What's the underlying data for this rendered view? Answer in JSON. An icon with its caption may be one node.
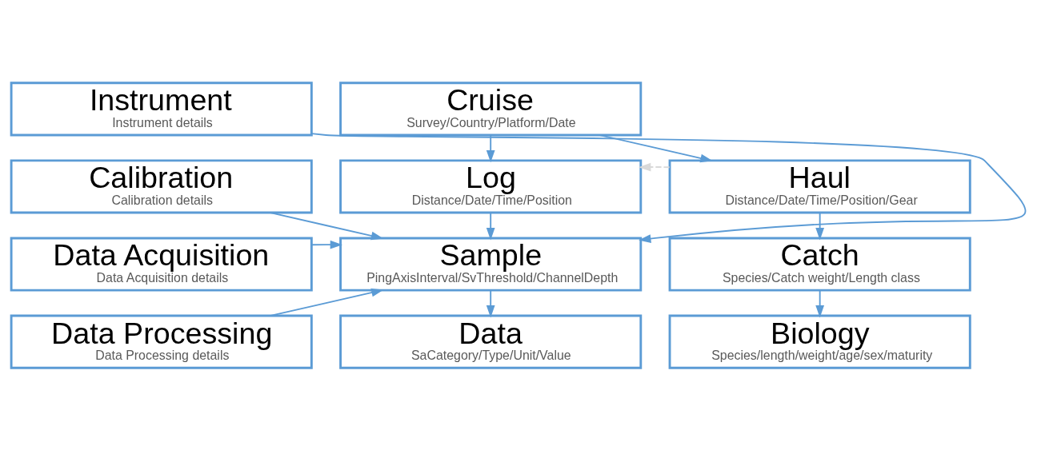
{
  "diagram": {
    "nodes": [
      {
        "text": [
          "Instrument",
          "Instrument details"
        ]
      },
      {
        "text": [
          "Calibration",
          "Calibration details"
        ]
      },
      {
        "text": [
          "Data Acquisition",
          "Data Acquisition details"
        ]
      },
      {
        "text": [
          "Data Processing",
          "Data Processing details"
        ]
      },
      {
        "text": [
          "Cruise",
          "Survey/Country/Platform/Date"
        ]
      },
      {
        "text": [
          "Log",
          "Distance/Date/Time/Position"
        ]
      },
      {
        "text": [
          "Haul",
          "Distance/Date/Time/Position/Gear"
        ]
      },
      {
        "text": [
          "Sample",
          "PingAxisInterval/SvThreshold/ChannelDepth"
        ]
      },
      {
        "text": [
          "Catch",
          "Species/Catch weight/Length class"
        ]
      },
      {
        "text": [
          "Data",
          "SaCategory/Type/Unit/Value"
        ]
      },
      {
        "text": [
          "Biology",
          "Species/length/weight/age/sex/maturity"
        ]
      }
    ],
    "edges": [
      {
        "from": 4,
        "to": 5,
        "arrow": "to"
      },
      {
        "from": 4,
        "to": 6,
        "arrow": "to"
      },
      {
        "from": 6,
        "to": 5,
        "arrow": "to",
        "style": "dashed",
        "color": "#d9d9d9"
      },
      {
        "from": 5,
        "to": 7,
        "arrow": "to"
      },
      {
        "from": 7,
        "to": 9,
        "arrow": "to"
      },
      {
        "from": 6,
        "to": 8,
        "arrow": "to"
      },
      {
        "from": 8,
        "to": 10,
        "arrow": "to"
      },
      {
        "from": 0,
        "to": 7,
        "arrow": "to"
      },
      {
        "from": 1,
        "to": 7,
        "arrow": "to"
      },
      {
        "from": 2,
        "to": 7,
        "arrow": "to"
      },
      {
        "from": 3,
        "to": 7,
        "arrow": "to"
      }
    ]
  }
}
